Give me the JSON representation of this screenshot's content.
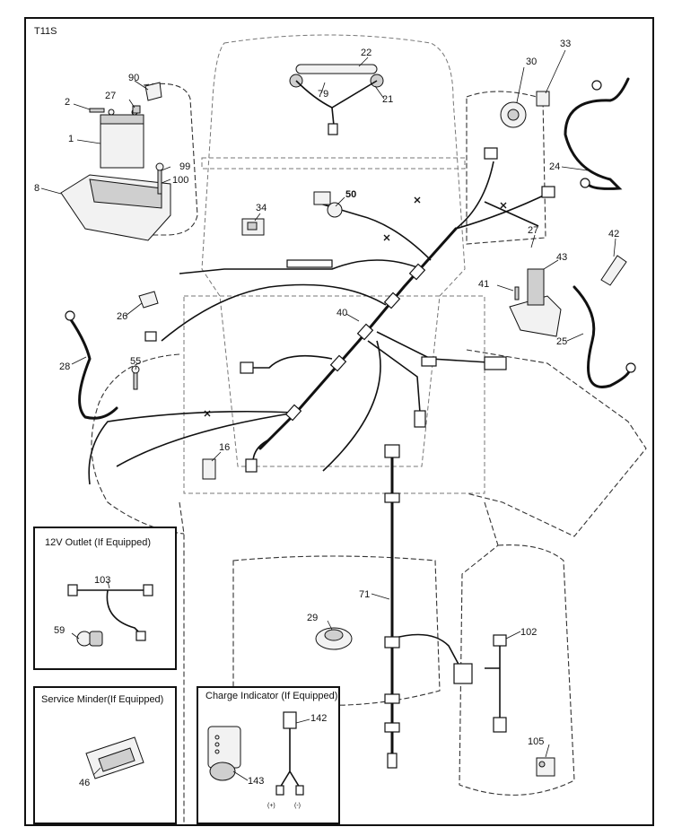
{
  "sheet_code": "T11S",
  "parts": [
    {
      "key": "p1",
      "number": "1"
    },
    {
      "key": "p2",
      "number": "2"
    },
    {
      "key": "p8",
      "number": "8"
    },
    {
      "key": "p16",
      "number": "16"
    },
    {
      "key": "p21",
      "number": "21"
    },
    {
      "key": "p22",
      "number": "22"
    },
    {
      "key": "p24",
      "number": "24"
    },
    {
      "key": "p25",
      "number": "25"
    },
    {
      "key": "p26",
      "number": "26"
    },
    {
      "key": "p27a",
      "number": "27"
    },
    {
      "key": "p27b",
      "number": "27"
    },
    {
      "key": "p28",
      "number": "28"
    },
    {
      "key": "p29",
      "number": "29"
    },
    {
      "key": "p30",
      "number": "30"
    },
    {
      "key": "p33",
      "number": "33"
    },
    {
      "key": "p34",
      "number": "34"
    },
    {
      "key": "p40",
      "number": "40"
    },
    {
      "key": "p41",
      "number": "41"
    },
    {
      "key": "p42",
      "number": "42"
    },
    {
      "key": "p43",
      "number": "43"
    },
    {
      "key": "p46",
      "number": "46"
    },
    {
      "key": "p50",
      "number": "50"
    },
    {
      "key": "p55",
      "number": "55"
    },
    {
      "key": "p59",
      "number": "59"
    },
    {
      "key": "p71",
      "number": "71"
    },
    {
      "key": "p79",
      "number": "79"
    },
    {
      "key": "p90",
      "number": "90"
    },
    {
      "key": "p99",
      "number": "99"
    },
    {
      "key": "p100",
      "number": "100"
    },
    {
      "key": "p102",
      "number": "102"
    },
    {
      "key": "p103",
      "number": "103"
    },
    {
      "key": "p105",
      "number": "105"
    },
    {
      "key": "p142",
      "number": "142"
    },
    {
      "key": "p143",
      "number": "143"
    }
  ],
  "insets": {
    "outlet_12v": {
      "title": "12V Outlet (If Equipped)"
    },
    "service_minder": {
      "title": "Service Minder(If Equipped)"
    },
    "charge_indicator": {
      "title": "Charge Indicator (If Equipped)"
    }
  },
  "polarity": {
    "positive": "(+)",
    "negative": "(-)"
  }
}
